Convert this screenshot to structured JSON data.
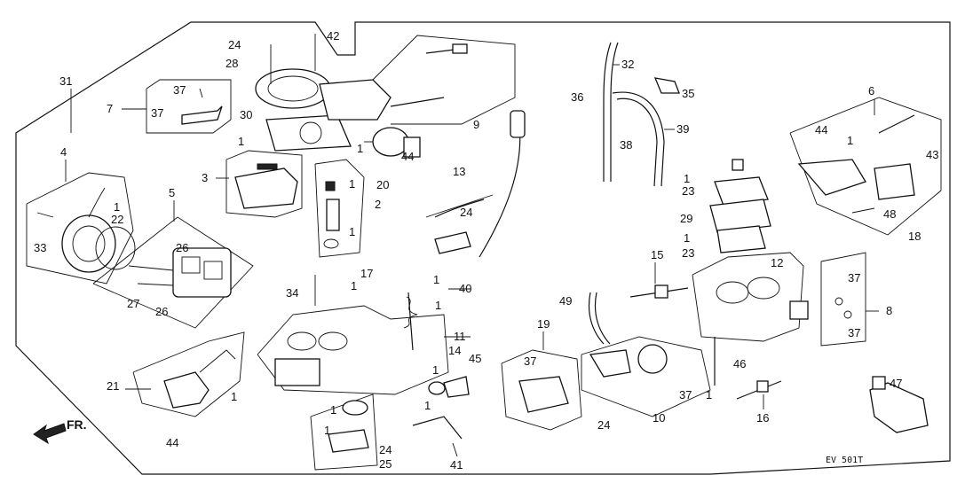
{
  "diagram": {
    "callouts": [
      "1",
      "2",
      "3",
      "4",
      "5",
      "6",
      "7",
      "8",
      "9",
      "10",
      "11",
      "12",
      "13",
      "14",
      "15",
      "16",
      "17",
      "18",
      "19",
      "20",
      "21",
      "22",
      "23",
      "24",
      "25",
      "26",
      "27",
      "28",
      "29",
      "30",
      "31",
      "32",
      "33",
      "34",
      "35",
      "36",
      "37",
      "38",
      "39",
      "40",
      "41",
      "42",
      "43",
      "44",
      "45",
      "46",
      "47",
      "48",
      "49"
    ],
    "front_marker": "FR.",
    "drawing_code": "EV 501T"
  }
}
